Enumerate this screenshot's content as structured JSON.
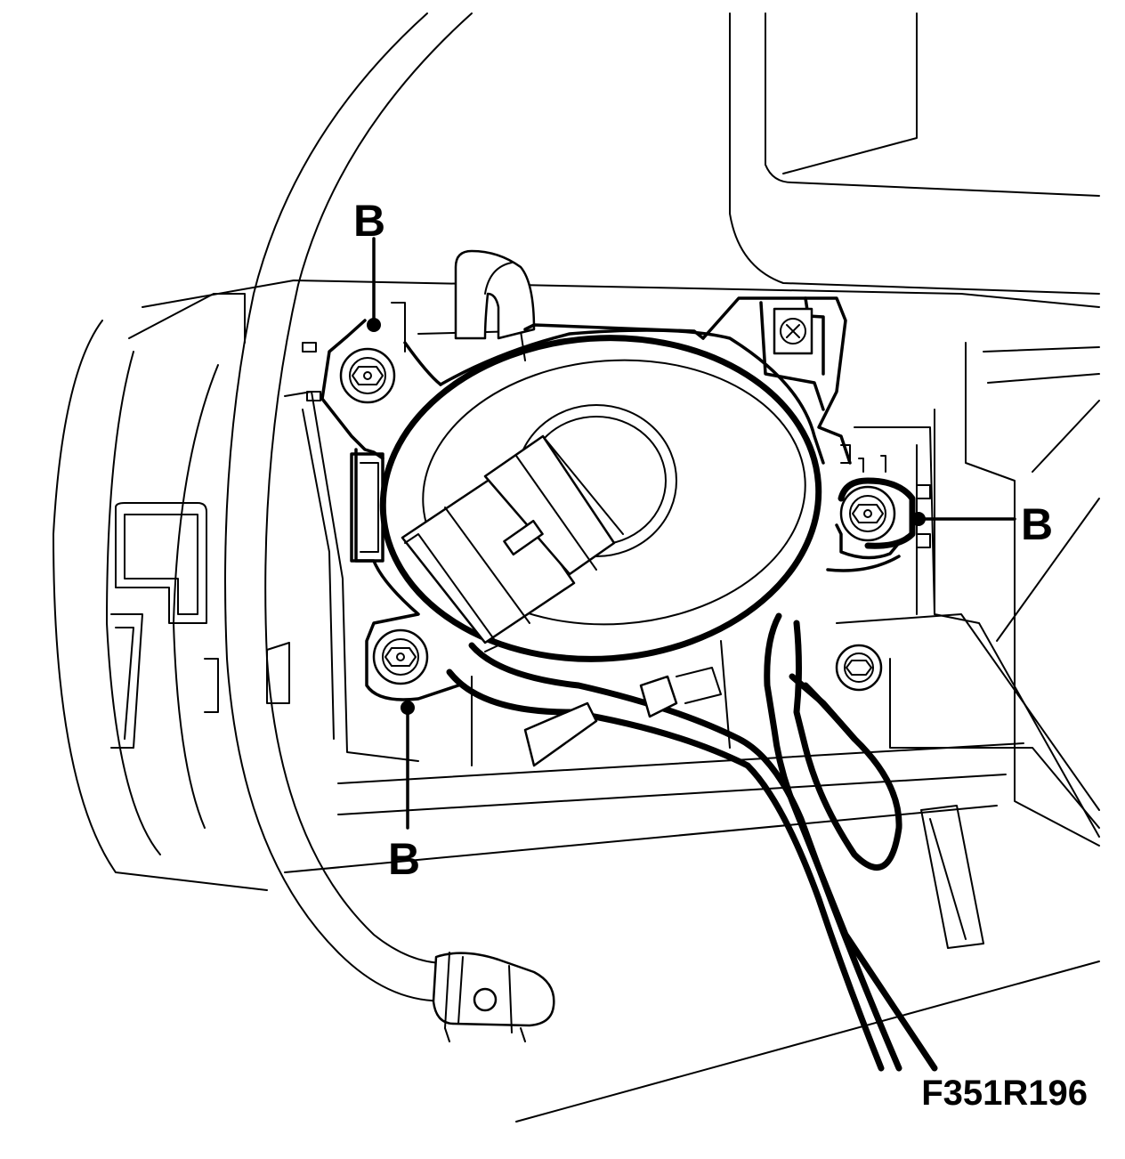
{
  "callouts": {
    "top": "B",
    "right": "B",
    "bottom": "B"
  },
  "figure_code": "F351R196",
  "colors": {
    "line": "#000000",
    "background": "#ffffff"
  }
}
